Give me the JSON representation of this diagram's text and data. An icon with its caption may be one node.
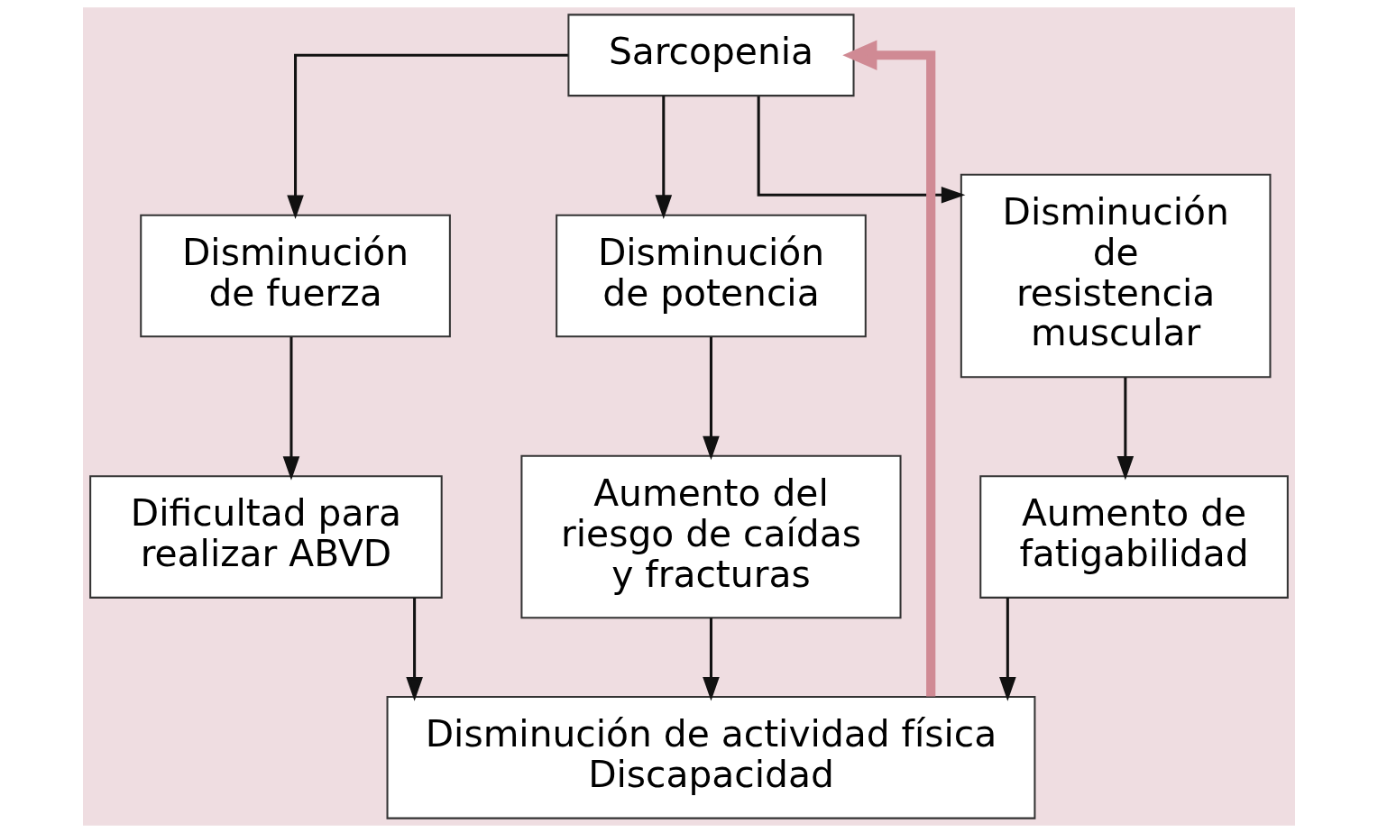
{
  "diagram": {
    "nodes": [
      {
        "text": [
          "Sarcopenia"
        ]
      },
      {
        "text": [
          "Disminución de fuerza"
        ]
      },
      {
        "text": [
          "Disminución de potencia"
        ]
      },
      {
        "text": [
          "Disminución de resistencia muscular"
        ]
      },
      {
        "text": [
          "Dificultad para realizar ABVD"
        ]
      },
      {
        "text": [
          "Aumento del riesgo de caídas y fracturas"
        ]
      },
      {
        "text": [
          "Aumento de fatigabilidad"
        ]
      },
      {
        "text": [
          "Disminución de actividad física",
          "Discapacidad"
        ]
      }
    ],
    "edges": [
      {
        "from": 0,
        "to": 1,
        "arrow": "to"
      },
      {
        "from": 0,
        "to": 2,
        "arrow": "to"
      },
      {
        "from": 0,
        "to": 3,
        "arrow": "to"
      },
      {
        "from": 1,
        "to": 4,
        "arrow": "to"
      },
      {
        "from": 2,
        "to": 5,
        "arrow": "to"
      },
      {
        "from": 3,
        "to": 6,
        "arrow": "to"
      },
      {
        "from": 4,
        "to": 7,
        "arrow": "to"
      },
      {
        "from": 5,
        "to": 7,
        "arrow": "to"
      },
      {
        "from": 6,
        "to": 7,
        "arrow": "to"
      },
      {
        "from": 7,
        "to": 0,
        "arrow": "to",
        "style": "thick",
        "color": "#d08a94"
      }
    ]
  }
}
